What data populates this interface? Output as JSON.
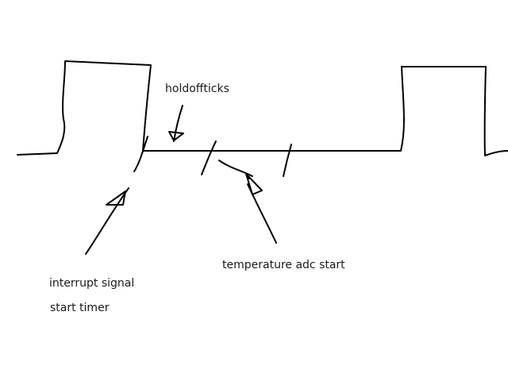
{
  "diagram": {
    "labels": {
      "holdoff": "holdoffticks",
      "temperature_adc": "temperature adc start",
      "interrupt_signal": "interrupt signal",
      "start_timer": "start timer"
    },
    "stroke_color": "#000000",
    "background_color": "#ffffff"
  }
}
